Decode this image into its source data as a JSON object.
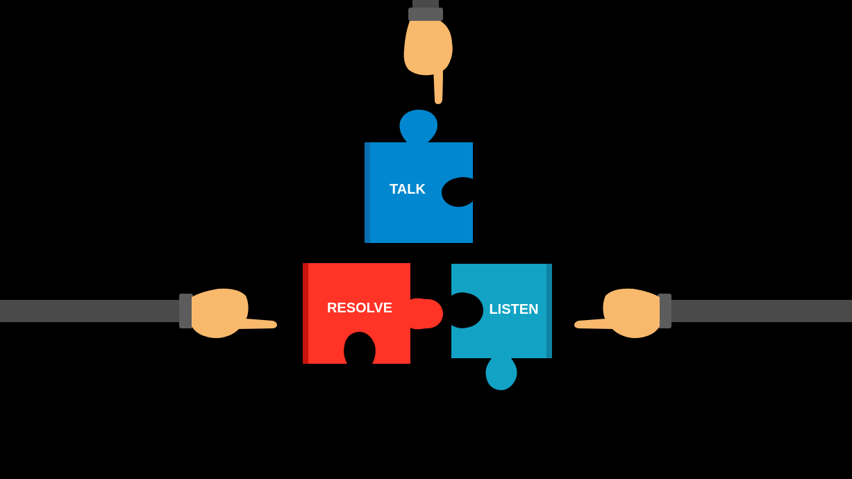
{
  "background_color": "#000000",
  "pieces": {
    "talk": {
      "label": "TALK",
      "color": "#0087CF",
      "shade": "#0A6FB0"
    },
    "resolve": {
      "label": "RESOLVE",
      "color": "#FF3326",
      "shade": "#C8140D"
    },
    "listen": {
      "label": "LISTEN",
      "color": "#12A3C4",
      "shade": "#0E84A2"
    }
  },
  "hands": {
    "skin_color": "#F9B96C",
    "sleeve_color": "#4A4A4A",
    "cuff_color": "#5C5C5C"
  },
  "icons": [
    "pointing-hand-top-icon",
    "pointing-hand-left-icon",
    "pointing-hand-right-icon",
    "puzzle-piece-icon"
  ]
}
